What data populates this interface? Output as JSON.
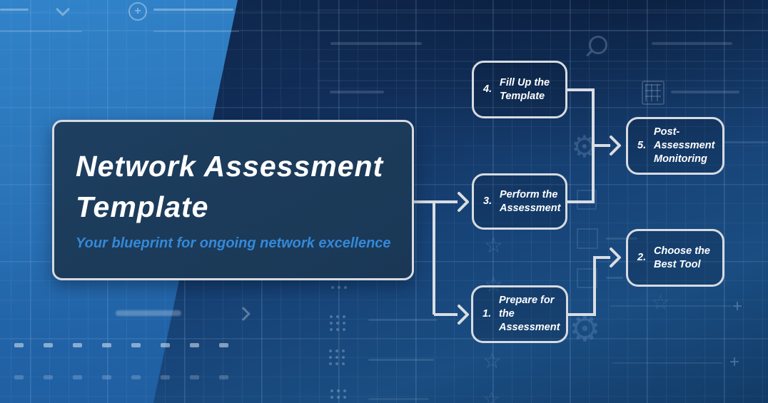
{
  "card": {
    "title_line1": "Network Assessment",
    "title_line2": "Template",
    "subtitle": "Your blueprint for ongoing network excellence"
  },
  "flowchart": {
    "steps": [
      {
        "number": "1.",
        "label": "Prepare for the\nAssessment"
      },
      {
        "number": "2.",
        "label": "Choose the\nBest Tool"
      },
      {
        "number": "3.",
        "label": "Perform the\nAssessment"
      },
      {
        "number": "4.",
        "label": "Fill Up the\nTemplate"
      },
      {
        "number": "5.",
        "label": "Post-\nAssessment\nMonitoring"
      }
    ]
  },
  "icons": {
    "gear": "⚙",
    "star": "☆",
    "plus": "+"
  },
  "colors": {
    "connector": "#d9dde3",
    "box_border": "#d7dbe1",
    "card_background": "#1c3b5a",
    "subtitle_blue": "#3489d9",
    "band_blue_top": "#3183ca",
    "band_blue_bottom": "#1d5a9c",
    "background_dark": "#0d2243",
    "background_mid": "#1a4d82"
  }
}
